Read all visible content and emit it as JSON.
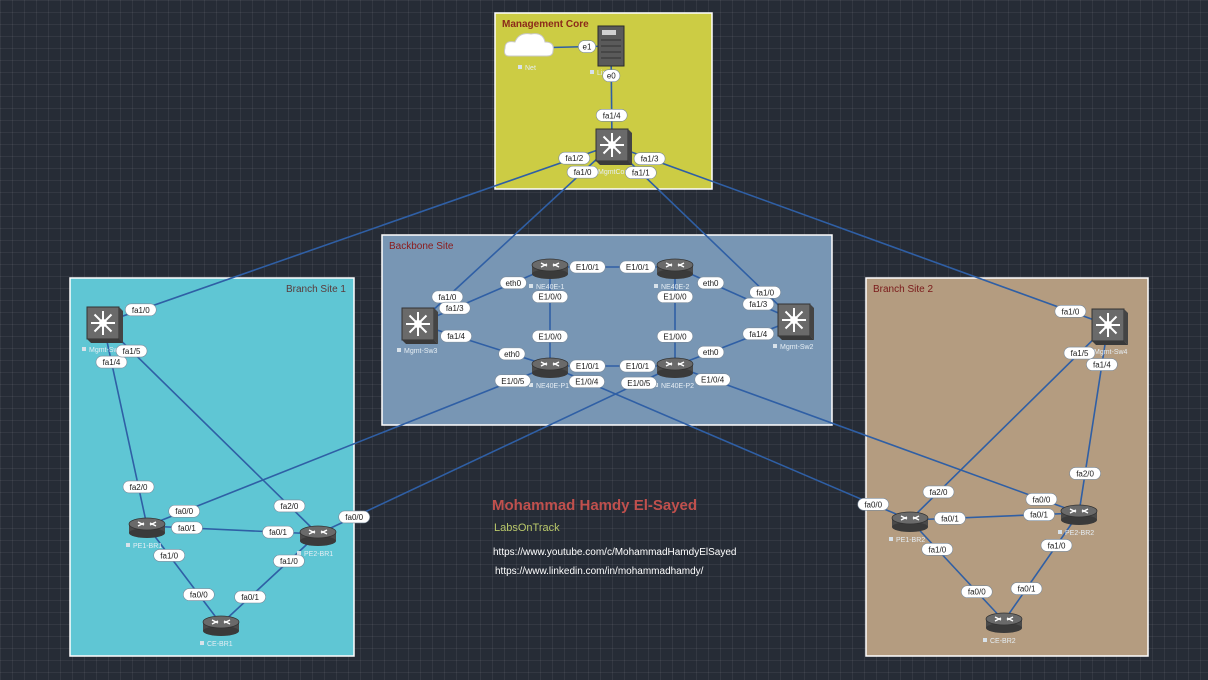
{
  "colors": {
    "background": "#262c36",
    "link": "#2f5fa5",
    "mgmt_zone": "#cccc44",
    "backbone_zone": "#7896b4",
    "branch1_zone": "#5fc6d4",
    "branch2_zone": "#b49c80",
    "zone_title": "#8b3a1a",
    "author": "#c0504d",
    "org": "#b9c86a"
  },
  "zones": [
    {
      "id": "mgmt",
      "title": "Management Core"
    },
    {
      "id": "backbone",
      "title": "Backbone Site"
    },
    {
      "id": "branch1",
      "title": "Branch Site 1"
    },
    {
      "id": "branch2",
      "title": "Branch Site 2"
    }
  ],
  "devices": [
    {
      "id": "net",
      "label": "Net",
      "icon": "cloud-icon"
    },
    {
      "id": "linux",
      "label": "Linux",
      "icon": "server-icon"
    },
    {
      "id": "mgmtcore",
      "label": "MgmtCore",
      "icon": "multilayer-switch-icon"
    },
    {
      "id": "mgmtsw1",
      "label": "Mgmt-Sw1",
      "icon": "multilayer-switch-icon"
    },
    {
      "id": "mgmtsw3",
      "label": "Mgmt-Sw3",
      "icon": "multilayer-switch-icon"
    },
    {
      "id": "mgmtsw2",
      "label": "Mgmt-Sw2",
      "icon": "multilayer-switch-icon"
    },
    {
      "id": "mgmtsw4",
      "label": "Mgmt-Sw4",
      "icon": "multilayer-switch-icon"
    },
    {
      "id": "ne1",
      "label": "NE40E-1",
      "icon": "router-icon"
    },
    {
      "id": "ne2",
      "label": "NE40E-2",
      "icon": "router-icon"
    },
    {
      "id": "nep1",
      "label": "NE40E-P1",
      "icon": "router-icon"
    },
    {
      "id": "nep2",
      "label": "NE40E-P2",
      "icon": "router-icon"
    },
    {
      "id": "pe1br1",
      "label": "PE1-BR1",
      "icon": "router-icon"
    },
    {
      "id": "pe2br1",
      "label": "PE2-BR1",
      "icon": "router-icon"
    },
    {
      "id": "cebr1",
      "label": "CE-BR1",
      "icon": "router-icon"
    },
    {
      "id": "pe1br2",
      "label": "PE1-BR2",
      "icon": "router-icon"
    },
    {
      "id": "pe2br2",
      "label": "PE2-BR2",
      "icon": "router-icon"
    },
    {
      "id": "cebr2",
      "label": "CE-BR2",
      "icon": "router-icon"
    }
  ],
  "links": [
    {
      "a": "net",
      "b": "linux",
      "ia": "",
      "ib": "e1"
    },
    {
      "a": "linux",
      "b": "mgmtcore",
      "ia": "e0",
      "ib": "fa1/4"
    },
    {
      "a": "mgmtcore",
      "b": "mgmtsw1",
      "ia": "fa1/2",
      "ib": "fa1/0"
    },
    {
      "a": "mgmtcore",
      "b": "mgmtsw3",
      "ia": "fa1/0",
      "ib": "fa1/0"
    },
    {
      "a": "mgmtcore",
      "b": "mgmtsw2",
      "ia": "fa1/1",
      "ib": "fa1/0"
    },
    {
      "a": "mgmtcore",
      "b": "mgmtsw4",
      "ia": "fa1/3",
      "ib": "fa1/0"
    },
    {
      "a": "mgmtsw3",
      "b": "ne1",
      "ia": "fa1/3",
      "ib": "eth0"
    },
    {
      "a": "mgmtsw3",
      "b": "nep1",
      "ia": "fa1/4",
      "ib": "eth0"
    },
    {
      "a": "mgmtsw2",
      "b": "ne2",
      "ia": "fa1/3",
      "ib": "eth0"
    },
    {
      "a": "mgmtsw2",
      "b": "nep2",
      "ia": "fa1/4",
      "ib": "eth0"
    },
    {
      "a": "ne1",
      "b": "ne2",
      "ia": "E1/0/1",
      "ib": "E1/0/1"
    },
    {
      "a": "ne1",
      "b": "nep1",
      "ia": "E1/0/0",
      "ib": "E1/0/0"
    },
    {
      "a": "ne2",
      "b": "nep2",
      "ia": "E1/0/0",
      "ib": "E1/0/0"
    },
    {
      "a": "nep1",
      "b": "nep2",
      "ia": "E1/0/1",
      "ib": "E1/0/1"
    },
    {
      "a": "nep1",
      "b": "pe1br1",
      "ia": "E1/0/5",
      "ib": "fa0/0"
    },
    {
      "a": "nep1",
      "b": "pe1br2",
      "ia": "E1/0/4",
      "ib": "fa0/0"
    },
    {
      "a": "nep2",
      "b": "pe2br1",
      "ia": "E1/0/5",
      "ib": "fa0/0"
    },
    {
      "a": "nep2",
      "b": "pe2br2",
      "ia": "E1/0/4",
      "ib": "fa0/0"
    },
    {
      "a": "mgmtsw1",
      "b": "pe1br1",
      "ia": "fa1/4",
      "ib": "fa2/0"
    },
    {
      "a": "mgmtsw1",
      "b": "pe2br1",
      "ia": "fa1/5",
      "ib": "fa2/0"
    },
    {
      "a": "pe1br1",
      "b": "pe2br1",
      "ia": "fa0/1",
      "ib": "fa0/1"
    },
    {
      "a": "pe1br1",
      "b": "cebr1",
      "ia": "fa1/0",
      "ib": "fa0/0"
    },
    {
      "a": "pe2br1",
      "b": "cebr1",
      "ia": "fa1/0",
      "ib": "fa0/1"
    },
    {
      "a": "mgmtsw4",
      "b": "pe1br2",
      "ia": "fa1/5",
      "ib": "fa2/0"
    },
    {
      "a": "mgmtsw4",
      "b": "pe2br2",
      "ia": "fa1/4",
      "ib": "fa2/0"
    },
    {
      "a": "pe1br2",
      "b": "pe2br2",
      "ia": "fa0/1",
      "ib": "fa0/1"
    },
    {
      "a": "pe1br2",
      "b": "cebr2",
      "ia": "fa1/0",
      "ib": "fa0/0"
    },
    {
      "a": "pe2br2",
      "b": "cebr2",
      "ia": "fa1/0",
      "ib": "fa0/1"
    }
  ],
  "info": {
    "author": "Mohammad Hamdy El-Sayed",
    "org": "LabsOnTrack",
    "youtube": "https://www.youtube.com/c/MohammadHamdyElSayed",
    "linkedin": "https://www.linkedin.com/in/mohammadhamdy/"
  }
}
